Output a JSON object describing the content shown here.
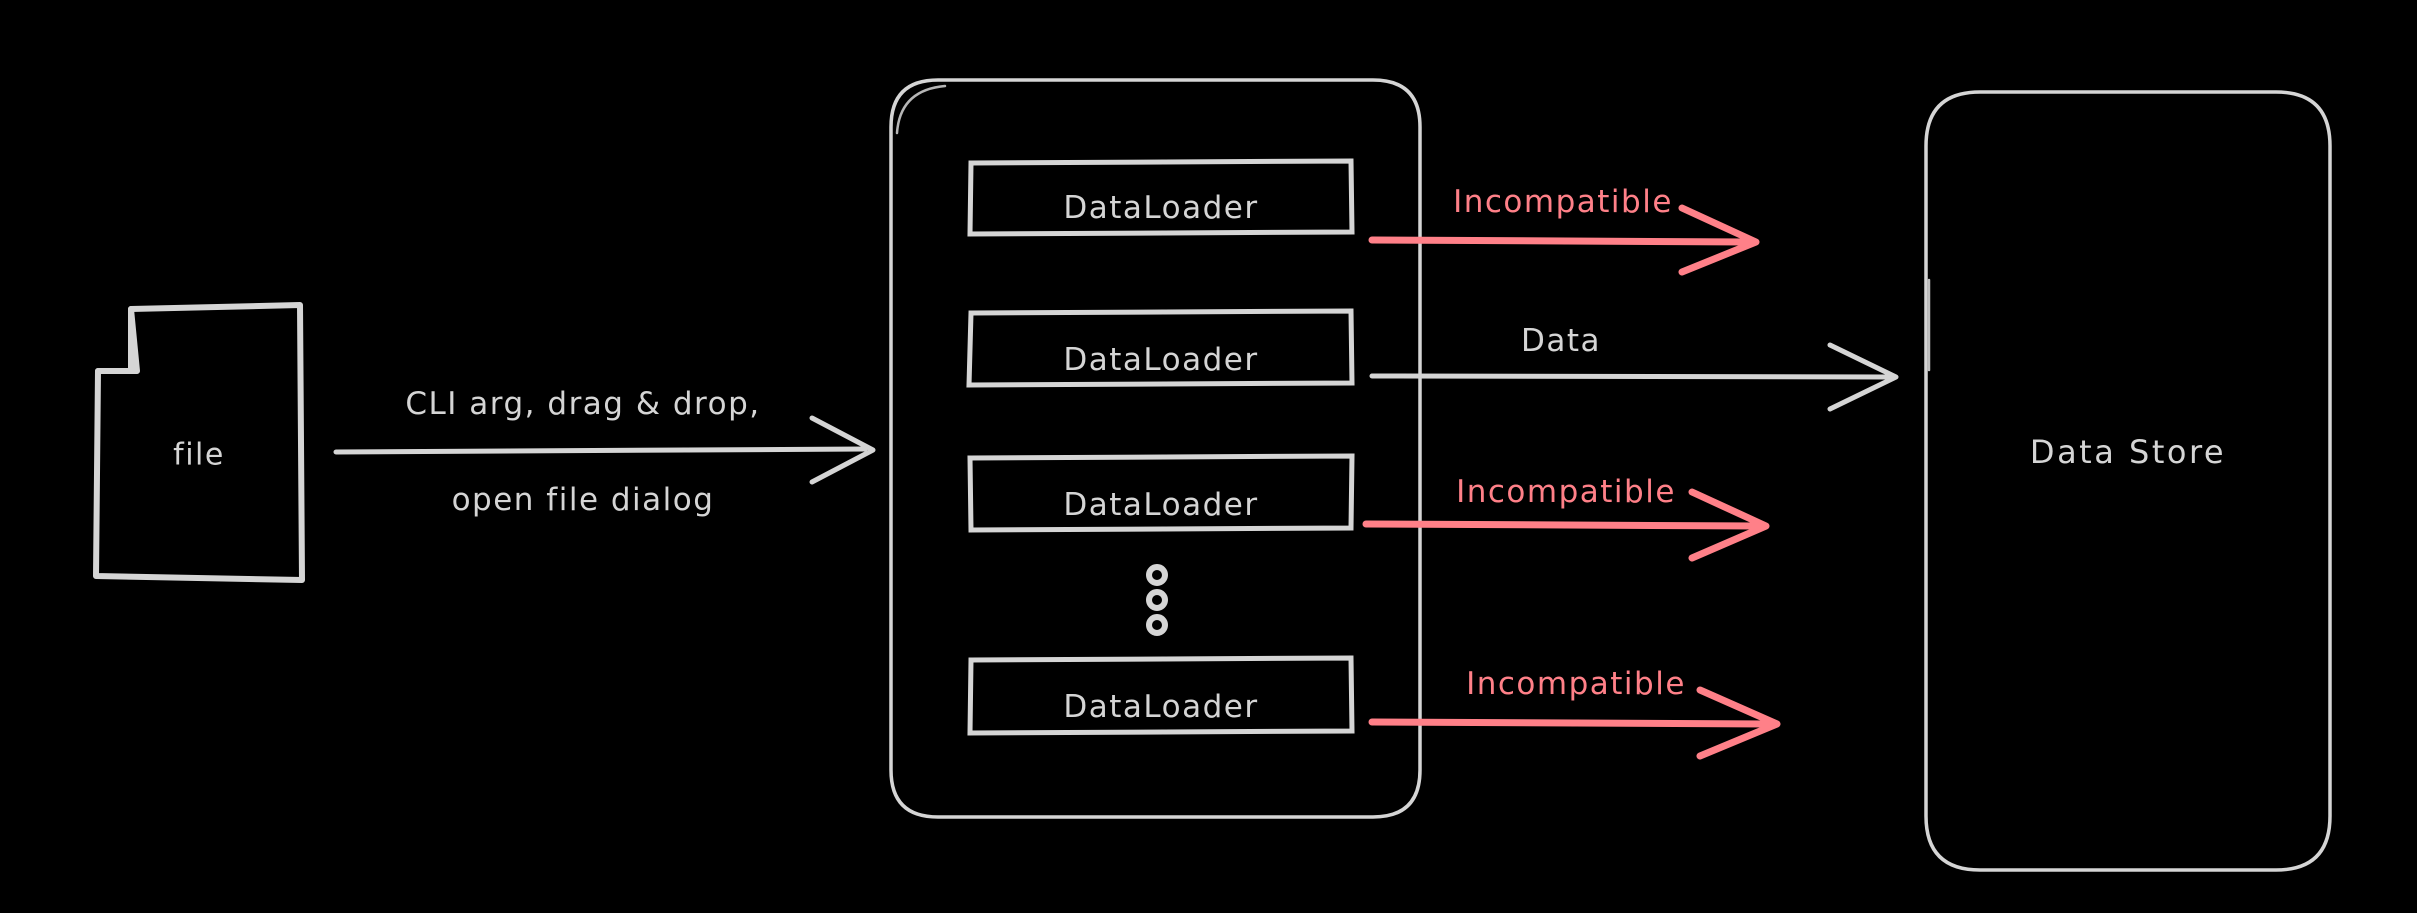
{
  "diagram": {
    "title": "File to DataLoader to Data Store flow",
    "background_color": "#000000",
    "stroke_color": "#d5d5d5",
    "accent_color": "#ff8088"
  },
  "file_node": {
    "label": "file",
    "icon": "file-document-icon"
  },
  "input_arrow": {
    "label_line1": "CLI arg, drag & drop,",
    "label_line2": "open file dialog",
    "color": "#d5d5d5"
  },
  "loader_container": {
    "name": "dataloader-group",
    "ellipsis": "vertical-ellipsis",
    "loaders": [
      {
        "label": "DataLoader"
      },
      {
        "label": "DataLoader"
      },
      {
        "label": "DataLoader"
      },
      {
        "label": "DataLoader"
      }
    ]
  },
  "output_arrows": [
    {
      "label": "Incompatible",
      "color": "#ff8088",
      "status": "incompatible"
    },
    {
      "label": "Data",
      "color": "#d5d5d5",
      "status": "ok"
    },
    {
      "label": "Incompatible",
      "color": "#ff8088",
      "status": "incompatible"
    },
    {
      "label": "Incompatible",
      "color": "#ff8088",
      "status": "incompatible"
    }
  ],
  "data_store": {
    "label": "Data Store"
  }
}
